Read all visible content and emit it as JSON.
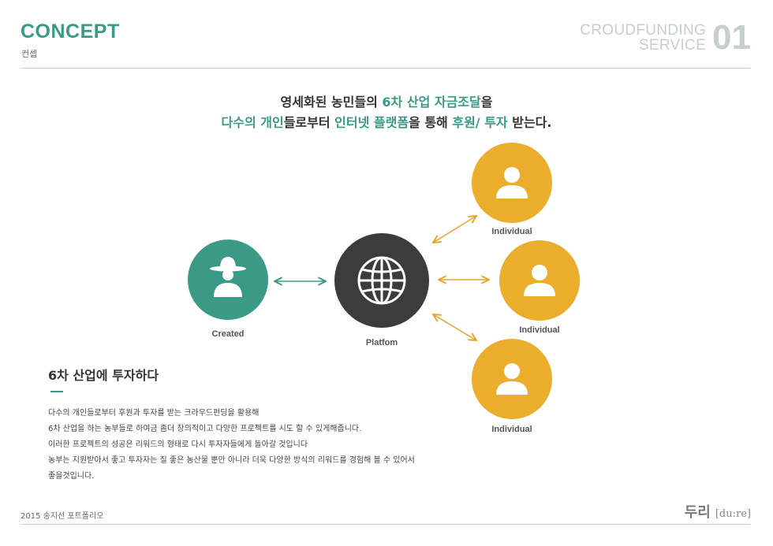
{
  "header": {
    "title": "CONCEPT",
    "subtitle": "컨셉",
    "service_line1": "CROUDFUNDING",
    "service_line2": "SERVICE",
    "number": "01"
  },
  "headline": {
    "l1_a": "영세화된 농민들의 ",
    "l1_b": "6차 산업 자금조달",
    "l1_c": "을",
    "l2_a": "다수의 개인",
    "l2_b": "들로부터 ",
    "l2_c": "인터넷 플랫폼",
    "l2_d": "을 통해 ",
    "l2_e": "후원/ 투자",
    "l2_f": " 받는다."
  },
  "diagram": {
    "creator_label": "Created",
    "platform_label": "Platfom",
    "individuals": [
      "Individual",
      "Individual",
      "Individual"
    ],
    "colors": {
      "creator": "#3a9a86",
      "platform": "#3c3c3c",
      "individual": "#eaae2c"
    },
    "icons": {
      "creator": "farmer-icon",
      "platform": "globe-icon",
      "individual": "person-icon"
    }
  },
  "section": {
    "title": "6차 산업에 투자하다",
    "lines": [
      "다수의 개인들로부터 후원과 투자를 받는 크라우드펀딩을 활용해",
      "6차 산업을 하는 농부들로 하여금 좀더 창의적이고 다양한 프로젝트를 시도 할 수 있게해줍니다.",
      "이러한 프로젝트의 성공은 리워드의 형태로 다시 투자자들에게 돌아갈 것입니다",
      "농부는 지원받아서 좋고 투자자는 질 좋은 농산물 뿐만 아니라 더욱 다양한 방식의 리워드를 경험해 볼 수 있어서",
      "좋을것입니다."
    ]
  },
  "footer": {
    "left": "2015 송지선 포트폴리오",
    "logo_mark": "두리",
    "logo_text": "[du:re]"
  }
}
